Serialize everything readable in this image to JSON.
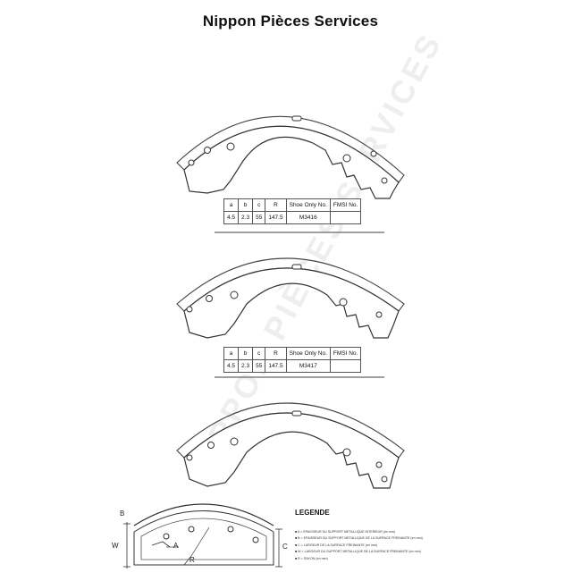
{
  "header": {
    "title": "Nippon Pièces Services"
  },
  "watermark": {
    "text": "NIPPON PIÈCES SERVICES"
  },
  "spec_tables": [
    {
      "headers": [
        "a",
        "b",
        "c",
        "R",
        "Shoe Only No.",
        "FMSI No."
      ],
      "row": [
        "4.5",
        "2.3",
        "55",
        "147.5",
        "M3416",
        ""
      ]
    },
    {
      "headers": [
        "a",
        "b",
        "c",
        "R",
        "Shoe Only No.",
        "FMSI No."
      ],
      "row": [
        "4.5",
        "2.3",
        "55",
        "147.5",
        "M3417",
        ""
      ]
    }
  ],
  "cross_section": {
    "labels": {
      "B": "B",
      "W": "W",
      "A": "A",
      "R": "R",
      "C": "C"
    }
  },
  "legend": {
    "title": "LEGENDE",
    "items": [
      "A = EPAISSEUR DU SUPPORT METALLIQUE INTERIEUR (en mm)",
      "B = EPAISSEUR DU SUPPORT METALLIQUE DE LA SURFACE FREINANTE (en mm)",
      "C = LARGEUR DE LA SURFACE FREINANTE (en mm)",
      "W = LARGEUR DU SUPPORT METALLIQUE DE LA SURFACE FREINANTE (en mm)",
      "R = RAYON (en mm)"
    ]
  }
}
